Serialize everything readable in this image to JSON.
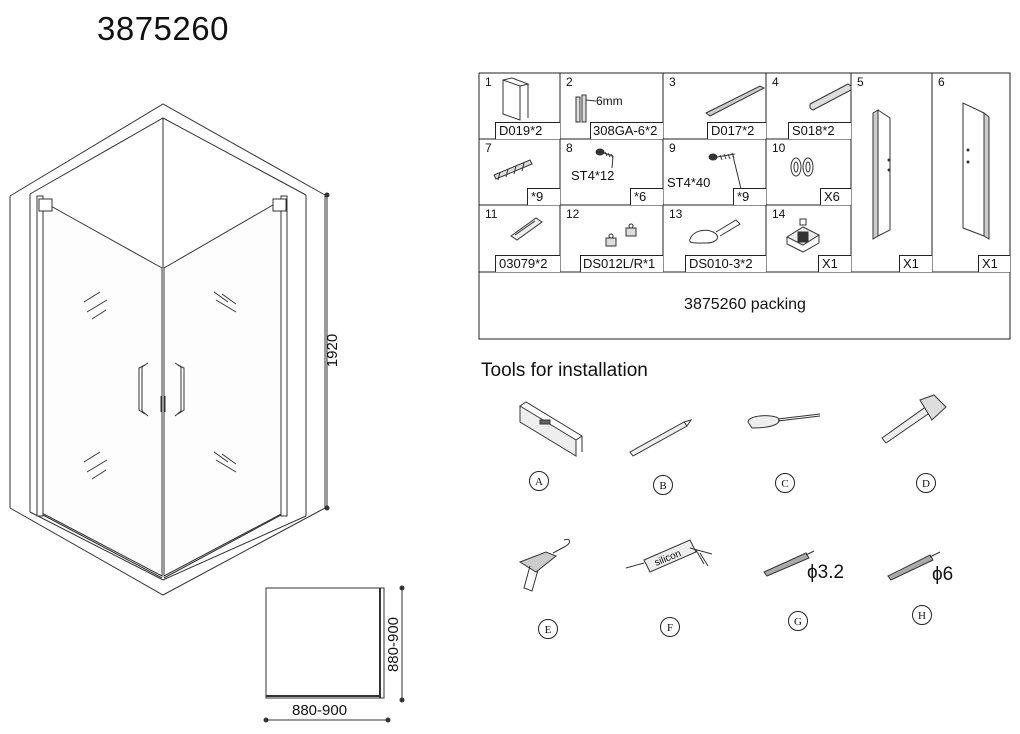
{
  "title": "3875260",
  "packing": {
    "label": "3875260 packing",
    "parts": [
      {
        "num": "1",
        "code": "D019*2",
        "spec": ""
      },
      {
        "num": "2",
        "code": "308GA-6*2",
        "spec": "6mm"
      },
      {
        "num": "3",
        "code": "D017*2",
        "spec": ""
      },
      {
        "num": "4",
        "code": "S018*2",
        "spec": ""
      },
      {
        "num": "5",
        "code": "X1",
        "spec": ""
      },
      {
        "num": "6",
        "code": "X1",
        "spec": ""
      },
      {
        "num": "7",
        "code": "*9",
        "spec": ""
      },
      {
        "num": "8",
        "code": "*6",
        "spec": "ST4*12"
      },
      {
        "num": "9",
        "code": "*9",
        "spec": "ST4*40"
      },
      {
        "num": "10",
        "code": "X6",
        "spec": ""
      },
      {
        "num": "11",
        "code": "03079*2",
        "spec": ""
      },
      {
        "num": "12",
        "code": "DS012L/R*1",
        "spec": ""
      },
      {
        "num": "13",
        "code": "DS010-3*2",
        "spec": ""
      },
      {
        "num": "14",
        "code": "X1",
        "spec": ""
      }
    ]
  },
  "tools": {
    "title": "Tools for installation",
    "items": [
      {
        "letter": "A",
        "name": "spirit-level"
      },
      {
        "letter": "B",
        "name": "pencil"
      },
      {
        "letter": "C",
        "name": "screwdriver"
      },
      {
        "letter": "D",
        "name": "hammer"
      },
      {
        "letter": "E",
        "name": "drill"
      },
      {
        "letter": "F",
        "name": "silicone-gun",
        "text": "silicon"
      },
      {
        "letter": "G",
        "name": "drill-bit",
        "size": "ϕ3.2"
      },
      {
        "letter": "H",
        "name": "drill-bit",
        "size": "ϕ6"
      }
    ]
  },
  "dimensions": {
    "height": "1920",
    "width": "880-900",
    "depth": "880-900"
  }
}
